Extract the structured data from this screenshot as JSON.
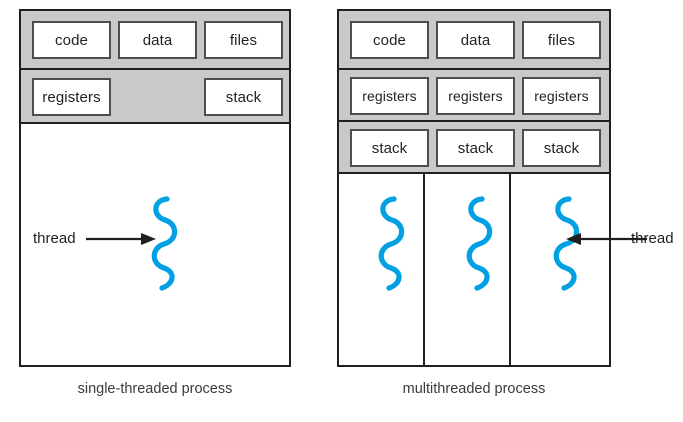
{
  "figure": {
    "title": "single-threaded and multithreaded process",
    "thread_color": "#00a0e3",
    "band_color": "#c9c9c9",
    "line_color": "#231f20",
    "cell_border_color": "#4d4d4d"
  },
  "single_threaded": {
    "caption": "single-threaded process",
    "resource_row": [
      {
        "label": "code"
      },
      {
        "label": "data"
      },
      {
        "label": "files"
      }
    ],
    "thread_row": [
      {
        "label": "registers"
      },
      {
        "label": "stack"
      }
    ],
    "annotation": {
      "label": "thread",
      "icon": "arrow-right-icon"
    },
    "threads": [
      {
        "name": "thread-squiggle-1"
      }
    ]
  },
  "multithreaded": {
    "caption": "multithreaded process",
    "resource_row": [
      {
        "label": "code"
      },
      {
        "label": "data"
      },
      {
        "label": "files"
      }
    ],
    "registers_row": [
      {
        "label": "registers"
      },
      {
        "label": "registers"
      },
      {
        "label": "registers"
      }
    ],
    "stack_row": [
      {
        "label": "stack"
      },
      {
        "label": "stack"
      },
      {
        "label": "stack"
      }
    ],
    "annotation": {
      "label": "thread",
      "icon": "arrow-left-icon"
    },
    "threads": [
      {
        "name": "thread-squiggle-1"
      },
      {
        "name": "thread-squiggle-2"
      },
      {
        "name": "thread-squiggle-3"
      }
    ]
  }
}
